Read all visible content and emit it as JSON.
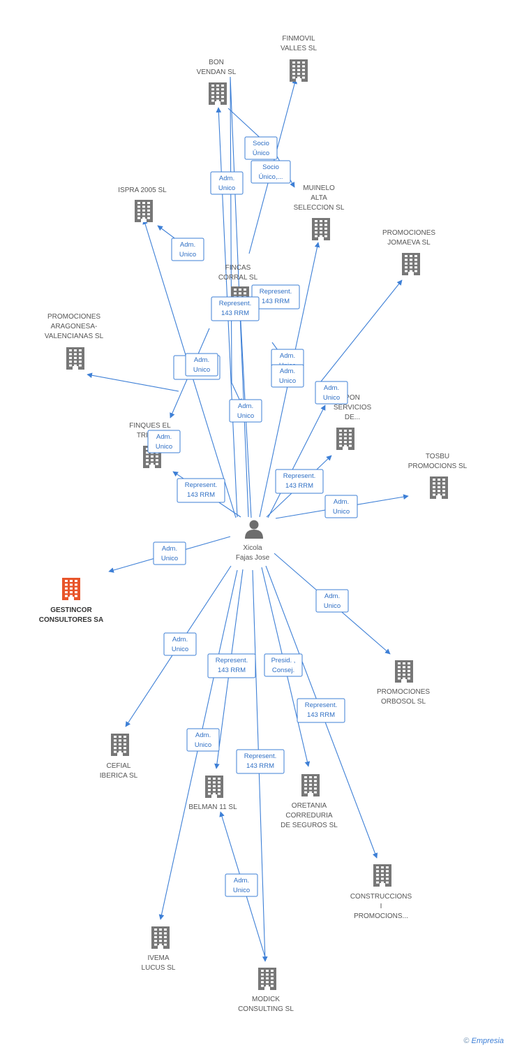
{
  "colors": {
    "edge": "#3d7fd6",
    "company": "#777777",
    "focus_company": "#e8552a",
    "person": "#6d6d6d"
  },
  "person": {
    "name": [
      "Xicola",
      "Fajas Jose"
    ]
  },
  "companies": [
    {
      "id": "finmovil",
      "label": [
        "FINMOVIL",
        "VALLES SL"
      ],
      "focus": false
    },
    {
      "id": "bonvendan",
      "label": [
        "BON",
        "VENDAN SL"
      ],
      "focus": false
    },
    {
      "id": "ispra",
      "label": [
        "ISPRA 2005 SL"
      ],
      "focus": false
    },
    {
      "id": "muinelo",
      "label": [
        "MUINELO",
        "ALTA",
        "SELECCION SL"
      ],
      "focus": false
    },
    {
      "id": "jomaeva",
      "label": [
        "PROMOCIONES",
        "JOMAEVA SL"
      ],
      "focus": false
    },
    {
      "id": "fincas",
      "label": [
        "FINCAS",
        "CORRAL SL"
      ],
      "focus": false
    },
    {
      "id": "aragonesa",
      "label": [
        "PROMOCIONES",
        "ARAGONESA-",
        "VALENCIANAS SL"
      ],
      "focus": false
    },
    {
      "id": "servicios",
      "label": [
        "PON",
        "SERVICIOS",
        "DE..."
      ],
      "focus": false
    },
    {
      "id": "finques",
      "label": [
        "FINQUES EL",
        "TRIAN..."
      ],
      "focus": false
    },
    {
      "id": "tosbu",
      "label": [
        "TOSBU",
        "PROMOCIONS SL"
      ],
      "focus": false
    },
    {
      "id": "gestincor",
      "label": [
        "GESTINCOR",
        "CONSULTORES SA"
      ],
      "focus": true
    },
    {
      "id": "orbosol",
      "label": [
        "PROMOCIONES",
        "ORBOSOL SL"
      ],
      "focus": false
    },
    {
      "id": "cefial",
      "label": [
        "CEFIAL",
        "IBERICA SL"
      ],
      "focus": false
    },
    {
      "id": "belman",
      "label": [
        "BELMAN 11 SL"
      ],
      "focus": false
    },
    {
      "id": "oretania",
      "label": [
        "ORETANIA",
        "CORREDURIA",
        "DE SEGUROS SL"
      ],
      "focus": false
    },
    {
      "id": "construccions",
      "label": [
        "CONSTRUCCIONS",
        "I",
        "PROMOCIONS..."
      ],
      "focus": false
    },
    {
      "id": "ivema",
      "label": [
        "IVEMA",
        "LUCUS SL"
      ],
      "focus": false
    },
    {
      "id": "modick",
      "label": [
        "MODICK",
        "CONSULTING SL"
      ],
      "focus": false
    }
  ],
  "edges": [
    {
      "id": "e_bon_muinelo",
      "label": [
        "Socio",
        "Único"
      ]
    },
    {
      "id": "e_finmovil",
      "label": [
        "Socio",
        "Único,..."
      ]
    },
    {
      "id": "e_bon",
      "label": [
        "Adm.",
        "Unico"
      ]
    },
    {
      "id": "e_ispra",
      "label": [
        "Adm.",
        "Unico"
      ]
    },
    {
      "id": "e_muinelo",
      "label": [
        "Represent.",
        "143 RRM"
      ]
    },
    {
      "id": "e_fincas",
      "label": [
        "Represent.",
        "143 RRM"
      ]
    },
    {
      "id": "e_jomaeva_a",
      "label": [
        "Adm.",
        "Unico"
      ]
    },
    {
      "id": "e_jomaeva_b",
      "label": [
        "Adm.",
        "Unico"
      ]
    },
    {
      "id": "e_aragon_r",
      "label": [
        "R",
        "1"
      ]
    },
    {
      "id": "e_aragon",
      "label": [
        "Adm.",
        "Unico"
      ]
    },
    {
      "id": "e_finques",
      "label": [
        "Adm.",
        "Unico"
      ]
    },
    {
      "id": "e_servicios_a",
      "label": [
        "Adm.",
        "Unico"
      ]
    },
    {
      "id": "e_fincas_adm",
      "label": [
        "Adm.",
        "Unico"
      ]
    },
    {
      "id": "e_finques_rep",
      "label": [
        "Represent.",
        "143 RRM"
      ]
    },
    {
      "id": "e_servicios_rep",
      "label": [
        "Represent.",
        "143 RRM"
      ]
    },
    {
      "id": "e_tosbu",
      "label": [
        "Adm.",
        "Unico"
      ]
    },
    {
      "id": "e_gestincor",
      "label": [
        "Adm.",
        "Unico"
      ]
    },
    {
      "id": "e_orbosol",
      "label": [
        "Adm.",
        "Unico"
      ]
    },
    {
      "id": "e_cefial",
      "label": [
        "Adm.",
        "Unico"
      ]
    },
    {
      "id": "e_belman_rep",
      "label": [
        "Represent.",
        "143 RRM"
      ]
    },
    {
      "id": "e_oretania",
      "label": [
        "Presid. ,",
        "Consej."
      ]
    },
    {
      "id": "e_construccions",
      "label": [
        "Represent.",
        "143 RRM"
      ]
    },
    {
      "id": "e_ivema",
      "label": [
        "Adm.",
        "Unico"
      ]
    },
    {
      "id": "e_modick_rep",
      "label": [
        "Represent.",
        "143 RRM"
      ]
    },
    {
      "id": "e_modick_adm",
      "label": [
        "Adm.",
        "Unico"
      ]
    }
  ],
  "footer": {
    "copyright": "©",
    "brand": "Empresia"
  }
}
